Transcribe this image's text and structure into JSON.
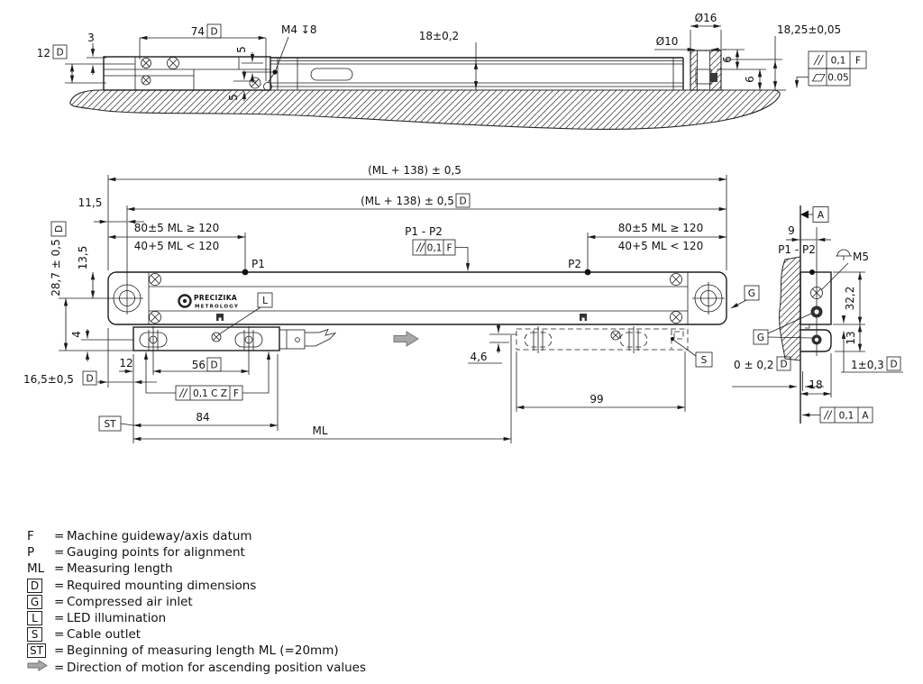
{
  "drawing": {
    "box_d": "D",
    "top_section": {
      "dim_12": "12",
      "dim_3": "3",
      "dim_74": "74",
      "thread_callout": "M4 ↧8",
      "dim_5_upper": "5",
      "dim_5_lower": "5",
      "dim_18": "18±0,2",
      "dia_16": "Ø16",
      "dia_10": "Ø10",
      "dim_6_upper": "6",
      "dim_6_lower": "6",
      "dim_18_25": "18,25±0,05",
      "fcf_parallelism": {
        "tolerance": "0,1",
        "datum": "F"
      },
      "fcf_flatness": {
        "tolerance": "0.05"
      }
    },
    "front_view": {
      "dim_overall": "(ML + 138) ± 0,5",
      "dim_mounting": "(ML + 138) ± 0,5",
      "dim_11_5": "11,5",
      "gauging_left_line1": "80±5 ML ≥ 120",
      "gauging_left_line2": "40+5 ML < 120",
      "gauging_right_line1": "80±5 ML ≥ 120",
      "gauging_right_line2": "40+5 ML < 120",
      "p1_p2": "P1 - P2",
      "fcf_p1p2": {
        "tolerance": "0,1",
        "datum": "F"
      },
      "p1": "P1",
      "p2": "P2",
      "dim_13_5": "13,5",
      "dim_28_7": "28,7 ± 0,5",
      "dim_4": "4",
      "dim_16_5": "16,5±0,5",
      "dim_12": "12",
      "dim_56": "56",
      "fcf_mounting": {
        "tolerance": "0,1 C Z",
        "datum": "F"
      },
      "st_label": "ST",
      "dim_84": "84",
      "ml_label": "ML",
      "dim_4_6": "4,6",
      "dim_99": "99",
      "label_l": "L",
      "label_g": "G",
      "label_s": "S",
      "logo_line1": "PRECIZIKA",
      "logo_line2": "METROLOGY"
    },
    "side_view": {
      "datum_a": "A",
      "dim_9": "9",
      "p1_p2": "P1 - P2",
      "thread_callout": "M5",
      "dim_32_2": "32,2",
      "dim_13": "13",
      "dim_1": "1±0,3",
      "dim_0": "0 ± 0,2",
      "dim_18": "18",
      "fcf_parallelism": {
        "tolerance": "0,1",
        "datum": "A"
      },
      "label_g": "G"
    }
  },
  "legend": {
    "eq": "=",
    "rows": [
      {
        "symbol": "F",
        "text": "Machine guideway/axis datum"
      },
      {
        "symbol": "P",
        "text": "Gauging points for alignment"
      },
      {
        "symbol": "ML",
        "text": "Measuring length"
      },
      {
        "symbol": "D",
        "text": "Required mounting dimensions"
      },
      {
        "symbol": "G",
        "text": "Compressed air inlet"
      },
      {
        "symbol": "L",
        "text": "LED illumination"
      },
      {
        "symbol": "S",
        "text": "Cable outlet"
      },
      {
        "symbol": "ST",
        "text": "Beginning of measuring length ML (=20mm)"
      },
      {
        "symbol": "→",
        "text": "Direction of motion for ascending position values"
      }
    ]
  }
}
